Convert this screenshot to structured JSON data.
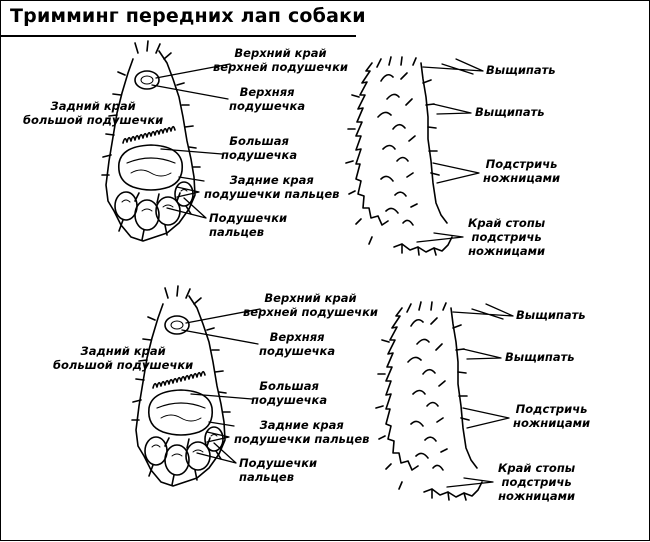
{
  "title": "Тримминг передних лап собаки",
  "panels": [
    {
      "paw_labels": {
        "upper_pad_edge": "Верхний край\nверхней подушечки",
        "upper_pad": "Верхняя\nподушечка",
        "rear_edge_big_pad": "Задний край\nбольшой подушечки",
        "big_pad": "Большая\nподушечка",
        "rear_edges_toe_pads": "Задние края\nподушечки пальцев",
        "toe_pads": "Подушечки\nпальцев"
      },
      "leg_labels": {
        "pluck_1": "Выщипать",
        "pluck_2": "Выщипать",
        "trim_scissors": "Подстричь\nножницами",
        "foot_edge_trim": "Край стопы\nподстричь\nножницами"
      }
    },
    {
      "paw_labels": {
        "upper_pad_edge": "Верхний край\nверхней подушечки",
        "upper_pad": "Верхняя\nподушечка",
        "rear_edge_big_pad": "Задний край\nбольшой подушечки",
        "big_pad": "Большая\nподушечка",
        "rear_edges_toe_pads": "Задние края\nподушечки пальцев",
        "toe_pads": "Подушечки\nпальцев"
      },
      "leg_labels": {
        "pluck_1": "Выщипать",
        "pluck_2": "Выщипать",
        "trim_scissors": "Подстричь\nножницами",
        "foot_edge_trim": "Край стопы\nподстричь\nножницами"
      }
    }
  ]
}
